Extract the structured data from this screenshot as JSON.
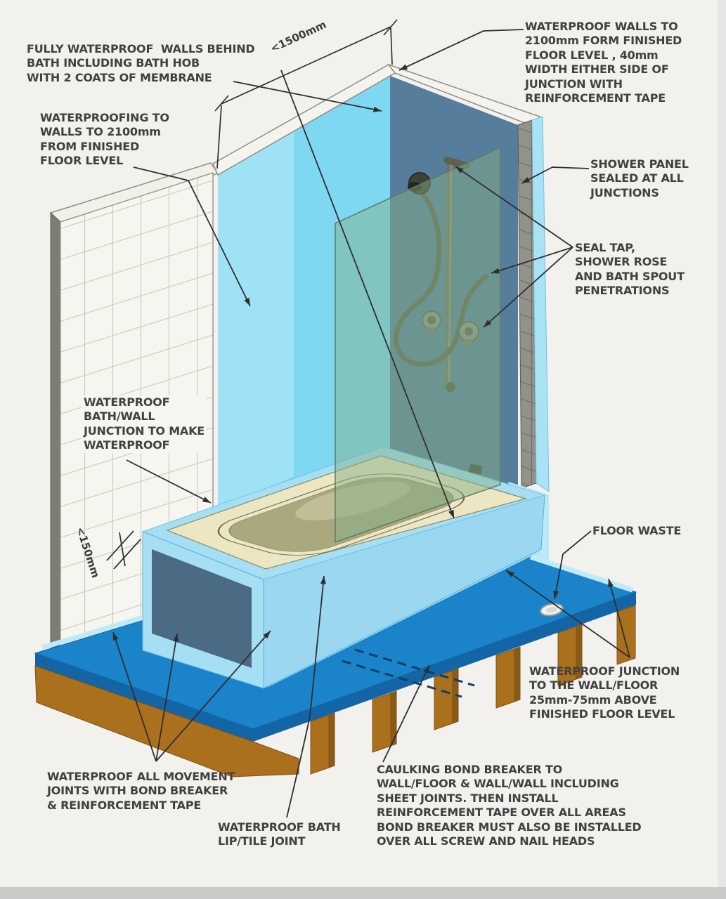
{
  "diagram": {
    "title_implicit": "Bathroom waterproofing detail",
    "labels": {
      "fully_waterproof": "FULLY WATERPROOF  WALLS BEHIND\nBATH INCLUDING BATH HOB\nWITH 2 COATS OF MEMBRANE",
      "waterproofing_walls": "WATERPROOFING TO\nWALLS TO 2100mm\nFROM FINISHED\nFLOOR LEVEL",
      "waterproof_walls_right": "WATERPROOF WALLS TO\n2100mm FORM FINISHED\nFLOOR LEVEL , 40mm\nWIDTH EITHER SIDE OF\nJUNCTION WITH\nREINFORCEMENT TAPE",
      "shower_panel": "SHOWER PANEL\nSEALED AT ALL\nJUNCTIONS",
      "seal_tap": "SEAL TAP,\nSHOWER ROSE\nAND BATH SPOUT\nPENETRATIONS",
      "bath_wall_junction": "WATERPROOF\nBATH/WALL\nJUNCTION TO MAKE\nWATERPROOF",
      "floor_waste": "FLOOR WASTE",
      "waterproof_junction": "WATERPROOF JUNCTION\nTO THE WALL/FLOOR\n25mm-75mm ABOVE\nFINISHED FLOOR LEVEL",
      "movement_joints": "WATERPROOF ALL MOVEMENT\nJOINTS WITH BOND BREAKER\n& REINFORCEMENT TAPE",
      "lip_tile": "WATERPROOF BATH\nLIP/TILE JOINT",
      "caulking": "CAULKING BOND BREAKER TO\nWALL/FLOOR & WALL/WALL INCLUDING\nSHEET JOINTS. THEN INSTALL\nREINFORCEMENT TAPE OVER ALL AREAS\nBOND BREAKER MUST ALSO BE INSTALLED\nOVER ALL SCREW AND NAIL HEADS"
    },
    "dimensions": {
      "shower_width": "<1500mm",
      "hob_height": "<150mm"
    },
    "colors": {
      "background": "#f2f1ee",
      "wall_cyan": "#7ed8f1",
      "wall_cyan_light": "#9fe2f6",
      "shower_wall": "#567d9b",
      "glass": "#84b088",
      "floor_blue": "#1b83c9",
      "floor_edge": "#1465a6",
      "joist_brown": "#ab701e",
      "joist_side": "#8a5a16",
      "hob_blue": "#a6def4",
      "hob_side": "#9bd7f0",
      "hob_front_dark": "#4a6b83",
      "deck_cream": "#ece7c2",
      "tub_inner": "#a9a97d",
      "junction_strip": "#bfeaf8",
      "leader": "#2f2f2f",
      "text": "#414141"
    }
  }
}
